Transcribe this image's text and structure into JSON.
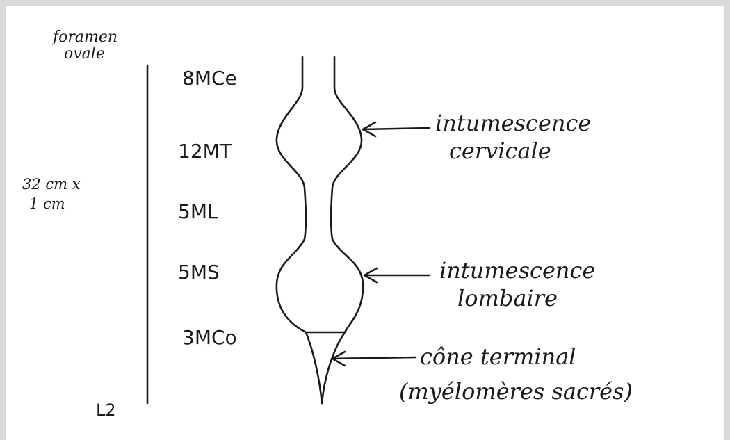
{
  "top_label": {
    "line1": "foramen",
    "line2": "ovale"
  },
  "size_label": {
    "line1": "32 cm x",
    "line2": "1 cm"
  },
  "bottom_label": "L2",
  "segments": [
    {
      "label": "8MCe"
    },
    {
      "label": "12MT"
    },
    {
      "label": "5ML"
    },
    {
      "label": "5MS"
    },
    {
      "label": "3MCo"
    }
  ],
  "annotations": [
    {
      "line1": "intumescence",
      "line2": "cervicale"
    },
    {
      "line1": "intumescence",
      "line2": "lombaire"
    },
    {
      "line1": "cône terminal",
      "line2": "(myélomères sacrés)"
    }
  ]
}
